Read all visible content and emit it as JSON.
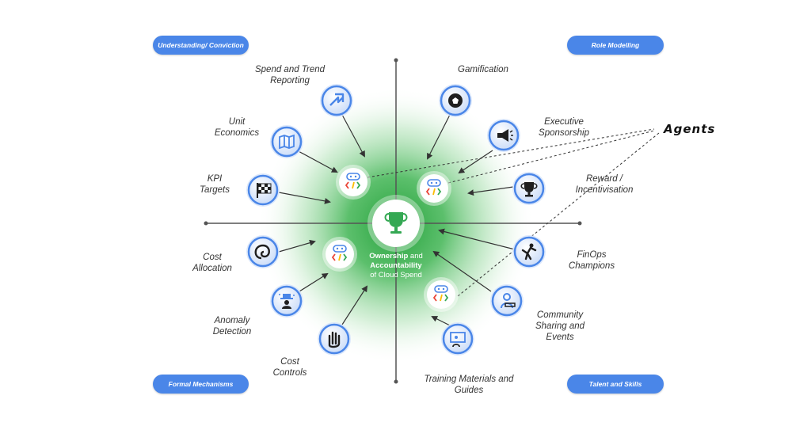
{
  "pills": {
    "understanding": "Understanding/ Conviction",
    "role_modelling": "Role Modelling",
    "formal_mechanisms": "Formal Mechanisms",
    "talent_skills": "Talent and Skills"
  },
  "labels": {
    "spend_trend": "Spend and Trend Reporting",
    "gamification": "Gamification",
    "unit_economics": "Unit Economics",
    "executive_sponsorship": "Executive Sponsorship",
    "kpi_targets": "KPI Targets",
    "reward": "Reward / Incentivisation",
    "cost_allocation": "Cost Allocation",
    "finops_champions": "FinOps Champions",
    "anomaly_detection": "Anomaly Detection",
    "community": "Community Sharing and Events",
    "cost_controls": "Cost Controls",
    "training": "Training Materials and Guides"
  },
  "agents_label": "Agents",
  "center": {
    "line1_bold": "Ownership",
    "line1_rest": " and",
    "line2_bold": "Accountability",
    "line3": "of Cloud Spend"
  },
  "icons": {
    "spend_trend": "trend-arrow-icon",
    "gamification": "soccer-ball-icon",
    "unit_economics": "map-icon",
    "executive_sponsorship": "megaphone-icon",
    "kpi_targets": "checkered-flag-icon",
    "reward": "trophy-icon",
    "cost_allocation": "loop-icon",
    "finops_champions": "martial-arts-icon",
    "anomaly_detection": "magician-icon",
    "community": "speaker-person-icon",
    "cost_controls": "raised-hand-icon",
    "training": "presentation-icon",
    "center": "trophy-icon",
    "agent": "agent-bot-icon"
  },
  "colors": {
    "pill": "#4a86e8",
    "icon_blue": "#4a86e8",
    "center_green": "#34a853",
    "glow": "#2e9e3e"
  }
}
